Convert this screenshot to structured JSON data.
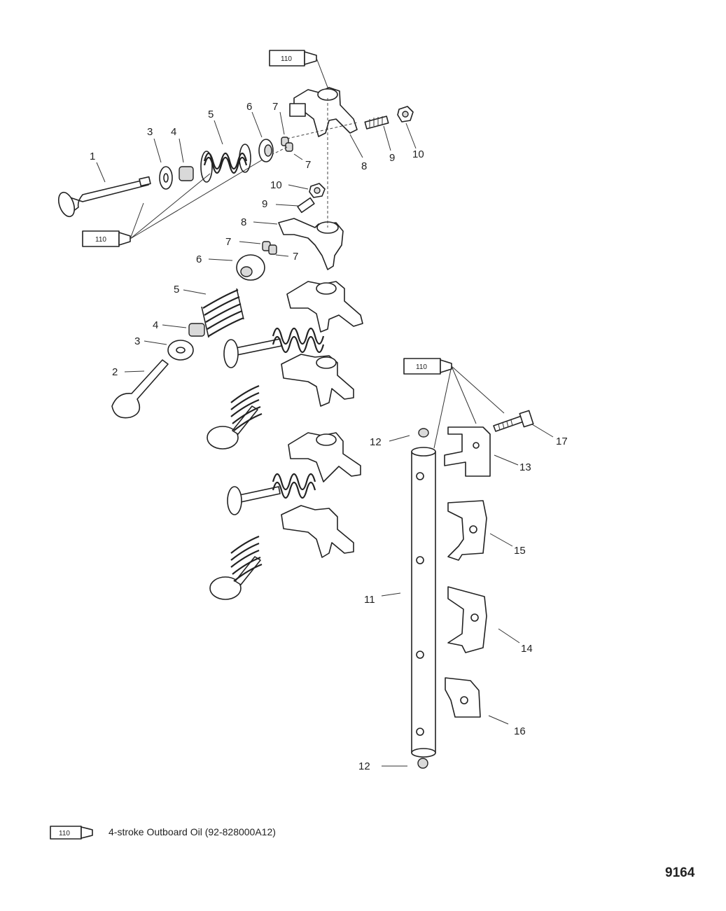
{
  "labels": {
    "n1": "1",
    "n2": "2",
    "n3a": "3",
    "n3b": "3",
    "n4a": "4",
    "n4b": "4",
    "n5a": "5",
    "n5b": "5",
    "n6a": "6",
    "n6b": "6",
    "n7a": "7",
    "n7b": "7",
    "n7c": "7",
    "n7d": "7",
    "n8a": "8",
    "n8b": "8",
    "n9a": "9",
    "n9b": "9",
    "n10a": "10",
    "n10b": "10",
    "n11": "11",
    "n12a": "12",
    "n12b": "12",
    "n13": "13",
    "n14": "14",
    "n15": "15",
    "n16": "16",
    "n17": "17"
  },
  "lubricant": {
    "code": "110",
    "description": "4-stroke Outboard Oil (92-828000A12)"
  },
  "figure_id": "9164"
}
